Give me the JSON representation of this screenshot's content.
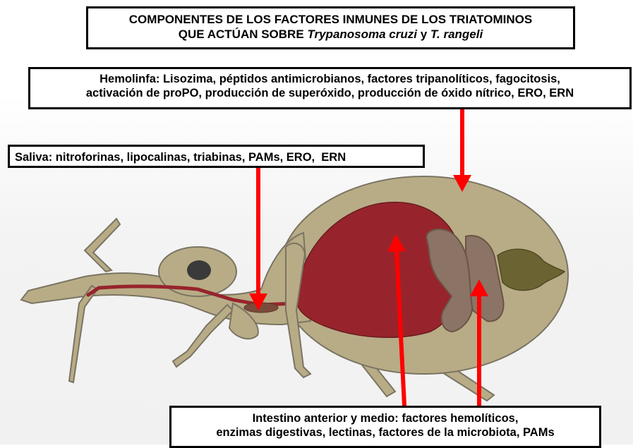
{
  "title": {
    "line1": "COMPONENTES DE LOS FACTORES INMUNES DE LOS TRIATOMINOS",
    "line2_prefix": "QUE ACTÚAN SOBRE ",
    "line2_italic1": "Trypanosoma cruzi",
    "line2_mid": " y ",
    "line2_italic2": "T. rangeli"
  },
  "callouts": {
    "hemolinfa": {
      "line1": "Hemolinfa: Lisozima, péptidos antimicrobianos, factores tripanolíticos, fagocitosis,",
      "line2": "activación de proPO, producción de superóxido, producción de óxido nítrico, ERO, ERN"
    },
    "saliva": {
      "text": "Saliva: nitroforinas, lipocalinas, triabinas, PAMs, ERO,  ERN"
    },
    "intestino": {
      "line1": "Intestino anterior y medio: factores hemolíticos,",
      "line2": "enzimas digestivas, lectinas, factores de la microbiota, PAMs"
    }
  },
  "colors": {
    "body": "#b8ac86",
    "outline": "#7a7463",
    "midgut": "#97242c",
    "hindgut": "#8b7366",
    "rectum": "#6b6432",
    "saliva_gland": "#7a4b3a",
    "eye": "#3a3a3a",
    "arrow": "#ff0000"
  }
}
